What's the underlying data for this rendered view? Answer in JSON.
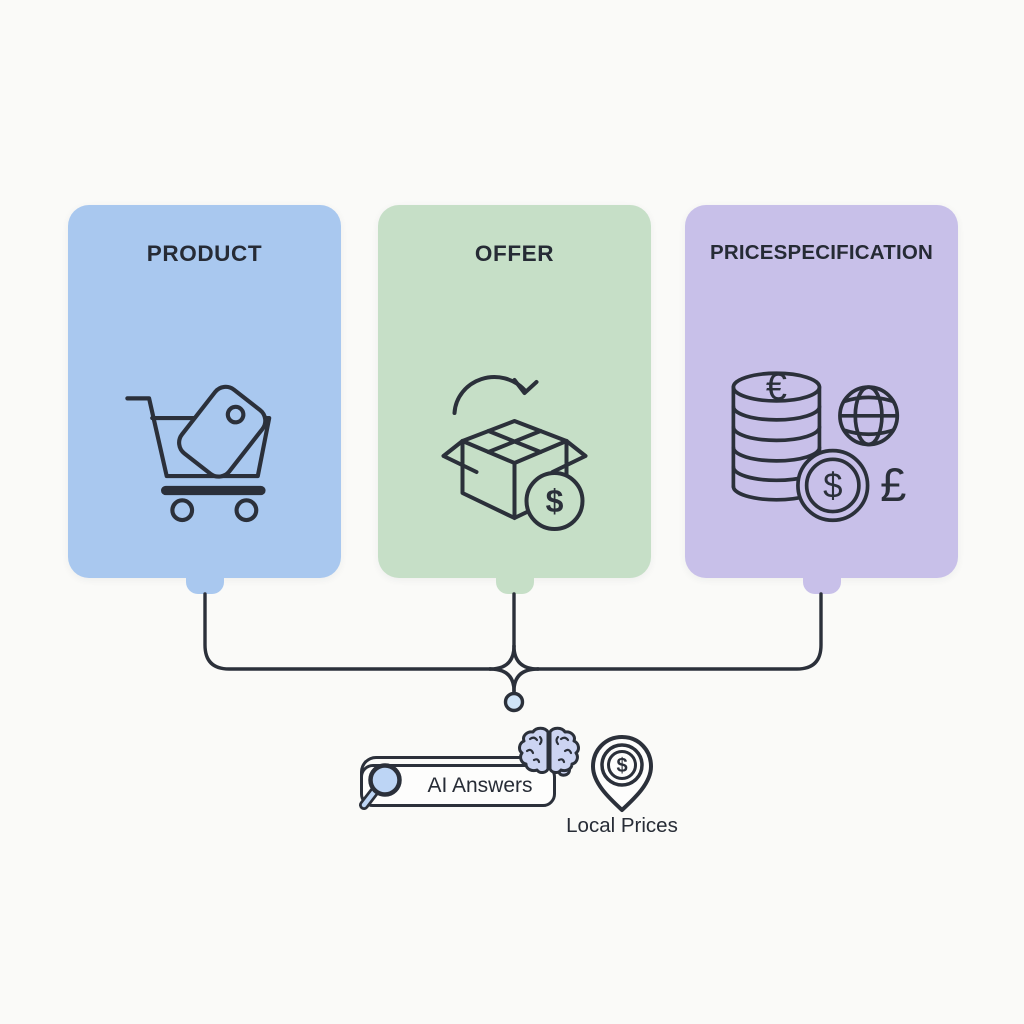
{
  "page": {
    "background_color": "#fafaf8",
    "line_color": "#2b303a"
  },
  "cards": [
    {
      "id": "product",
      "label": "PRODUCT",
      "color": "#a9c8ef",
      "icon": "shopping-cart-price-tag-icon"
    },
    {
      "id": "offer",
      "label": "OFFER",
      "color": "#c6dfc7",
      "icon": "open-box-arrow-dollar-coin-icon"
    },
    {
      "id": "price_specification",
      "label": "PRICESPECIFICATION",
      "color": "#c8c0e9",
      "icon": "coin-stack-globe-currencies-icon"
    }
  ],
  "connector": {
    "node_color": "#cfe4f8",
    "shape": "three-branch-merge-to-node"
  },
  "search": {
    "label": "AI Answers",
    "icon": "search-icon",
    "companion_icon": "brain-icon",
    "lens_color": "#bdd5f5"
  },
  "local_prices": {
    "label": "Local Prices",
    "icon": "location-pin-dollar-icon"
  },
  "icon_symbols": {
    "euro": "€",
    "dollar": "$",
    "pound": "£"
  }
}
